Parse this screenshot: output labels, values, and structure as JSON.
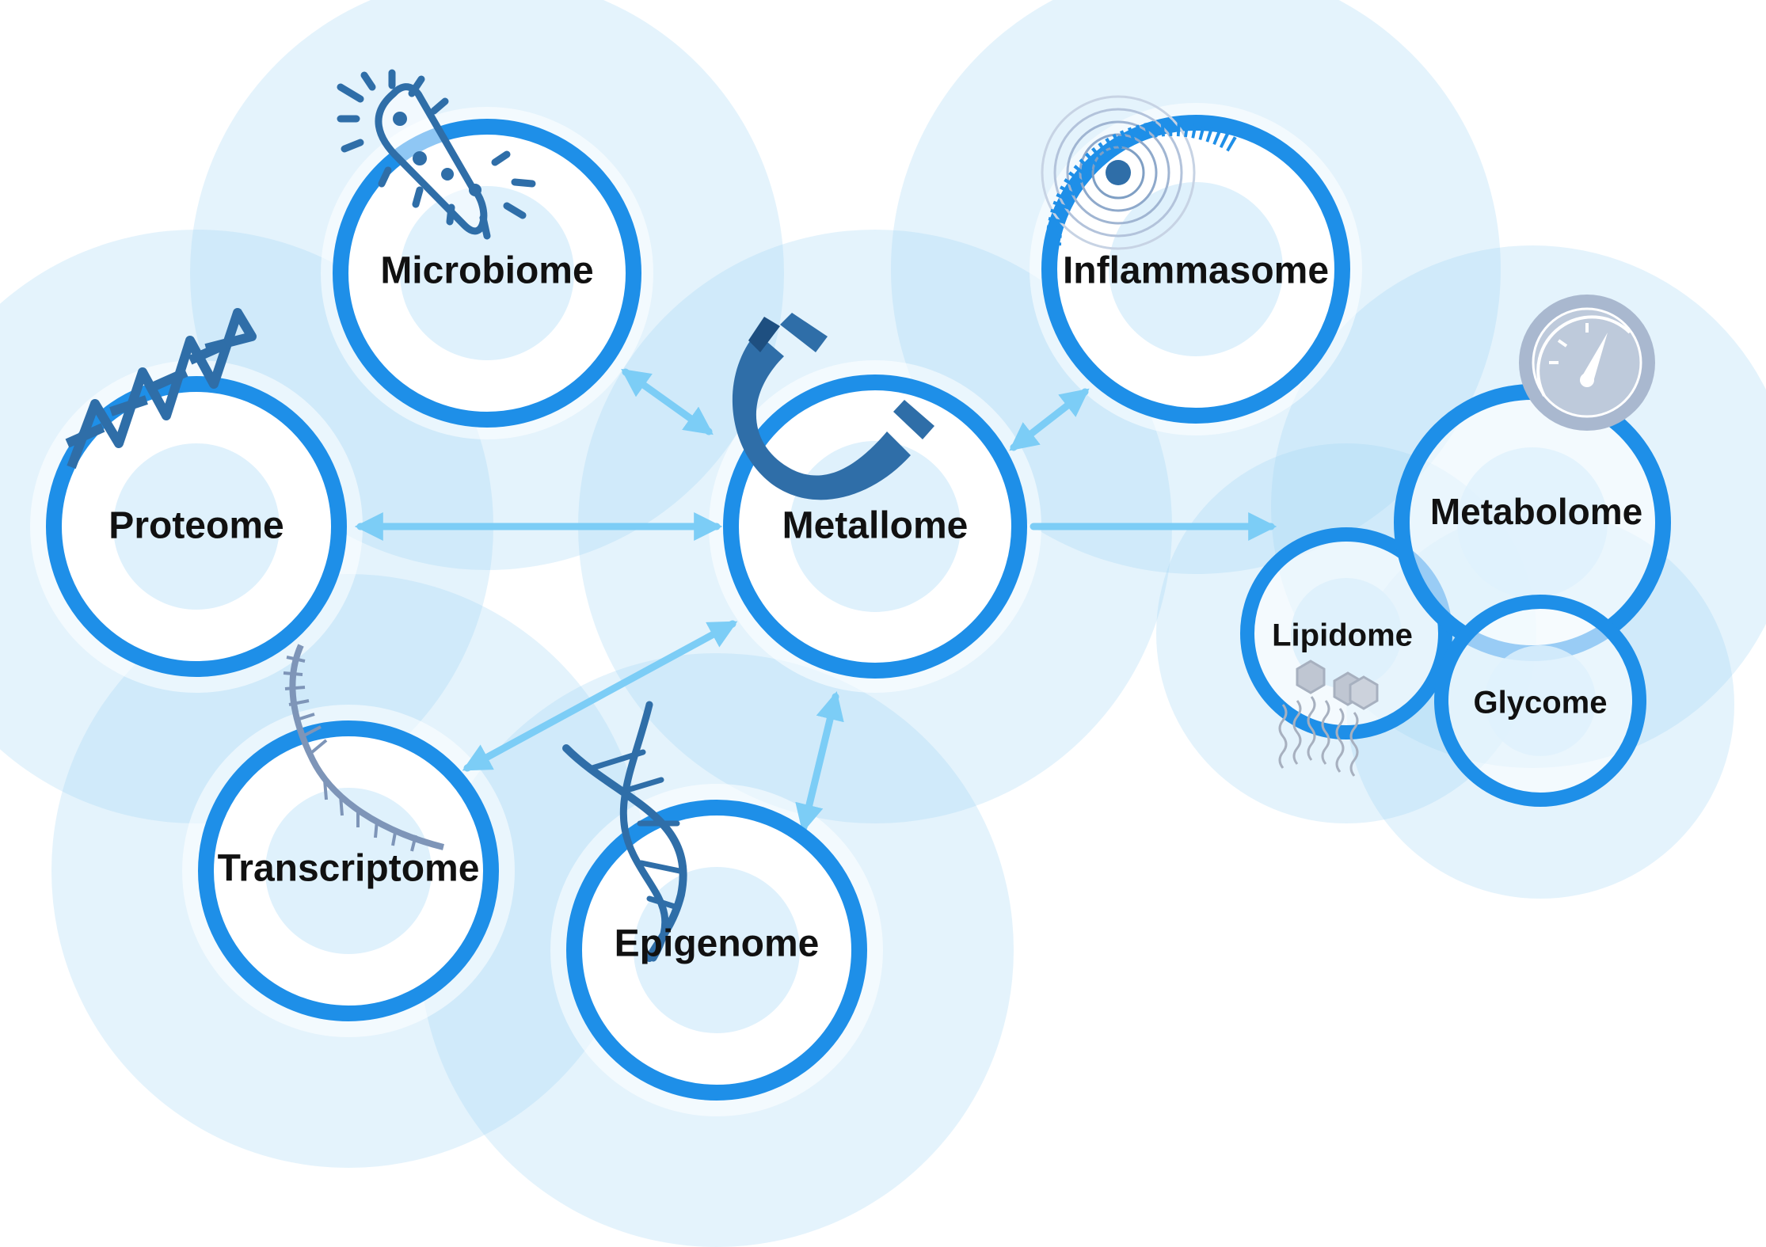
{
  "colors": {
    "ring": "#1e8fe8",
    "halo": "#cfe8f9",
    "inner": "#dff1fc",
    "arrow": "#7ccdf6",
    "icon": "#2f6ea8",
    "icon_light": "#a9b8cf"
  },
  "nodes": {
    "metallome": {
      "label": "Metallome",
      "icon": "magnet-icon"
    },
    "microbiome": {
      "label": "Microbiome",
      "icon": "bacterium-icon"
    },
    "inflammasome": {
      "label": "Inflammasome",
      "icon": "signal-rings-icon"
    },
    "proteome": {
      "label": "Proteome",
      "icon": "protein-helix-icon"
    },
    "transcriptome": {
      "label": "Transcriptome",
      "icon": "rna-strand-icon"
    },
    "epigenome": {
      "label": "Epigenome",
      "icon": "dna-double-helix-icon"
    },
    "metabolome": {
      "label": "Metabolome",
      "icon": "gauge-icon"
    },
    "lipidome": {
      "label": "Lipidome",
      "icon": "lipid-molecules-icon"
    },
    "glycome": {
      "label": "Glycome",
      "icon": ""
    }
  },
  "connections": [
    {
      "from": "metallome",
      "to": "microbiome",
      "direction": "both"
    },
    {
      "from": "metallome",
      "to": "inflammasome",
      "direction": "both"
    },
    {
      "from": "metallome",
      "to": "proteome",
      "direction": "both"
    },
    {
      "from": "metallome",
      "to": "transcriptome",
      "direction": "both"
    },
    {
      "from": "metallome",
      "to": "epigenome",
      "direction": "both"
    },
    {
      "from": "metallome",
      "to": "metabolome-cluster",
      "direction": "forward"
    }
  ]
}
